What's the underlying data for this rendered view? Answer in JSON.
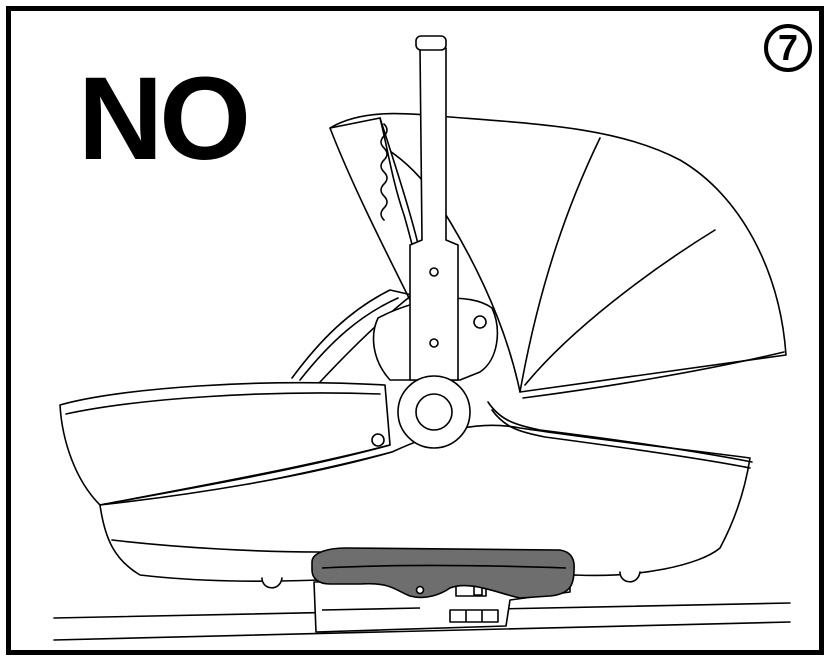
{
  "verdict": {
    "label": "NO"
  },
  "step": {
    "number": "7"
  },
  "colors": {
    "line": "#000000",
    "base_fill": "#6e6e6e",
    "background": "#ffffff"
  },
  "icons": [
    "carrycot-illustration",
    "isofix-base-illustration"
  ]
}
